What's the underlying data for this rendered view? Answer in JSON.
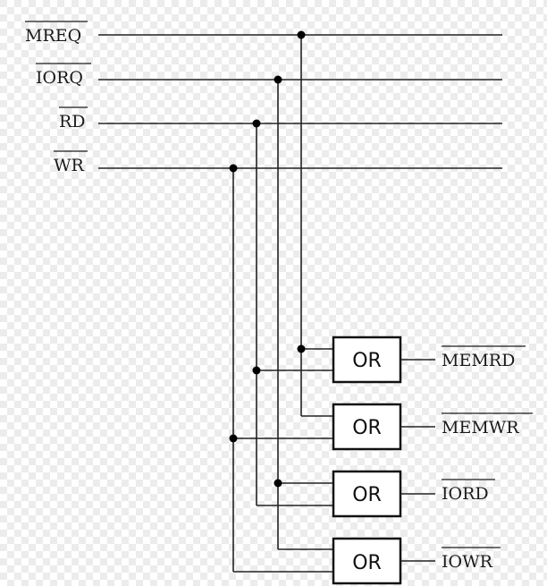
{
  "inputs": [
    {
      "id": "mreq",
      "label": "MREQ",
      "active_low": true
    },
    {
      "id": "iorq",
      "label": "IORQ",
      "active_low": true
    },
    {
      "id": "rd",
      "label": "RD",
      "active_low": true
    },
    {
      "id": "wr",
      "label": "WR",
      "active_low": true
    }
  ],
  "gates": [
    {
      "id": "memrd",
      "type": "OR",
      "label": "OR",
      "inputs": [
        "mreq",
        "rd"
      ],
      "output": {
        "label": "MEMRD",
        "active_low": true
      }
    },
    {
      "id": "memwr",
      "type": "OR",
      "label": "OR",
      "inputs": [
        "mreq",
        "wr"
      ],
      "output": {
        "label": "MEMWR",
        "active_low": true
      }
    },
    {
      "id": "iord",
      "type": "OR",
      "label": "OR",
      "inputs": [
        "iorq",
        "rd"
      ],
      "output": {
        "label": "IORD",
        "active_low": true
      }
    },
    {
      "id": "iowr",
      "type": "OR",
      "label": "OR",
      "inputs": [
        "iorq",
        "wr"
      ],
      "output": {
        "label": "IOWR",
        "active_low": true
      }
    }
  ],
  "colors": {
    "line": "#222222",
    "text": "#1a1a1a",
    "background": "#ffffff",
    "checker": "#e6e6e6"
  }
}
